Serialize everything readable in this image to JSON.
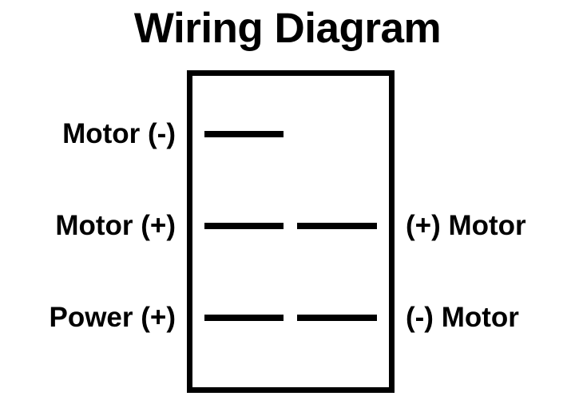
{
  "title": "Wiring Diagram",
  "colors": {
    "background": "#ffffff",
    "stroke": "#000000",
    "text": "#000000"
  },
  "switch": {
    "shape": "rectangle",
    "terminal_rows": [
      {
        "id": "row-1",
        "left_label": "Motor (-)",
        "right_label": "",
        "bars": [
          "left"
        ]
      },
      {
        "id": "row-2",
        "left_label": "Motor (+)",
        "right_label": "(+) Motor",
        "bars": [
          "left",
          "right"
        ]
      },
      {
        "id": "row-3",
        "left_label": "Power (+)",
        "right_label": "(-) Motor",
        "bars": [
          "left",
          "right"
        ]
      }
    ]
  }
}
